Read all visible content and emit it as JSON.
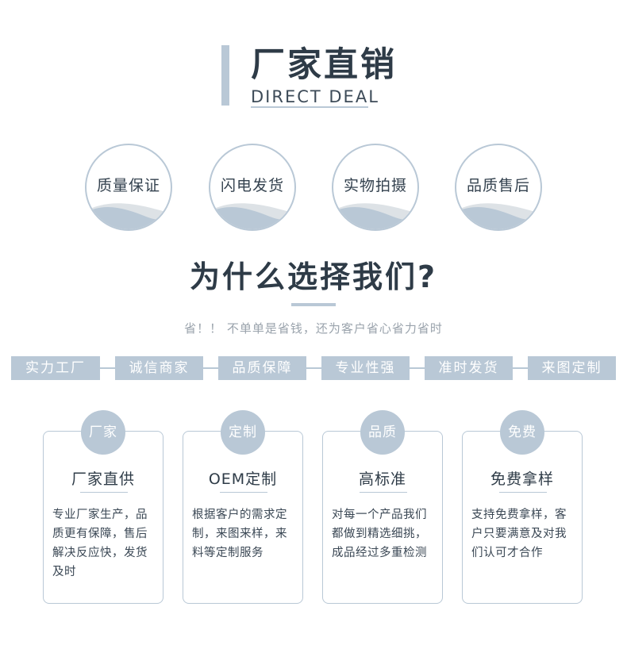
{
  "header": {
    "title": "厂家直销",
    "subtitle": "DIRECT DEAL"
  },
  "features": [
    {
      "label": "质量保证"
    },
    {
      "label": "闪电发货"
    },
    {
      "label": "实物拍摄"
    },
    {
      "label": "品质售后"
    }
  ],
  "why": {
    "title": "为什么选择我们?",
    "subtitle": "省！！ 不单单是省钱，还为客户省心省力省时"
  },
  "tags": [
    {
      "label": "实力工厂"
    },
    {
      "label": "诚信商家"
    },
    {
      "label": "品质保障"
    },
    {
      "label": "专业性强"
    },
    {
      "label": "准时发货"
    },
    {
      "label": "来图定制"
    }
  ],
  "cards": [
    {
      "badge": "厂家",
      "title": "厂家直供",
      "desc": "专业厂家生产，品质更有保障，售后解决反应快，发货及时"
    },
    {
      "badge": "定制",
      "title": "OEM定制",
      "desc": "根据客户的需求定制，来图来样，来料等定制服务"
    },
    {
      "badge": "品质",
      "title": "高标准",
      "desc": "对每一个产品我们都做到精选细挑，成品经过多重检测"
    },
    {
      "badge": "免费",
      "title": "免费拿样",
      "desc": "支持免费拿样，客户只要满意及对我们认可才合作"
    }
  ],
  "colors": {
    "accent": "#b9c8d6",
    "heading": "#2e3b47",
    "muted": "#9aa3ac",
    "wave_light": "#dde2e6"
  }
}
